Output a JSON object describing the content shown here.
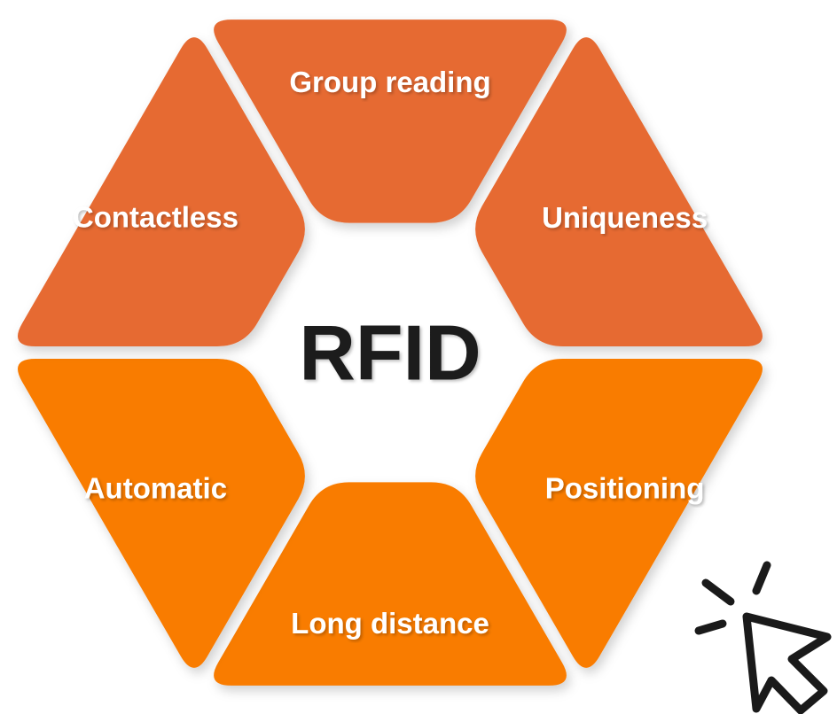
{
  "diagram": {
    "center_label": "RFID",
    "segments": [
      {
        "id": "group-reading",
        "label": "Group reading",
        "color": "#E66A30"
      },
      {
        "id": "uniqueness",
        "label": "Uniqueness",
        "color": "#E66A30"
      },
      {
        "id": "positioning",
        "label": "Positioning",
        "color": "#F97B05"
      },
      {
        "id": "long-distance",
        "label": "Long distance",
        "color": "#F97B05"
      },
      {
        "id": "automatic",
        "label": "Automatic",
        "color": "#F97B05"
      },
      {
        "id": "contactless",
        "label": "Contactless",
        "color": "#E66A30"
      }
    ],
    "cursor_icon": "click-cursor-icon"
  }
}
